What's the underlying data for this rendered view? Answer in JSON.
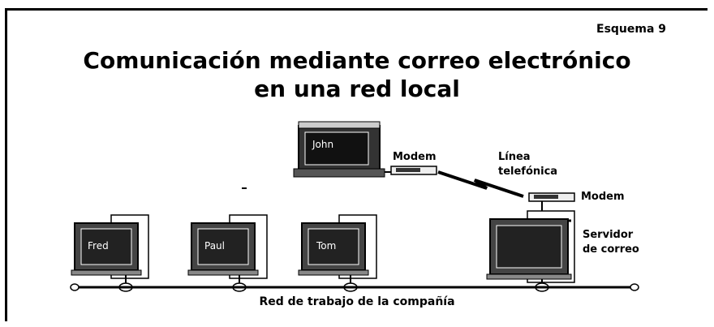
{
  "diagram": {
    "label": "Esquema 9",
    "title_line1": "Comunicación mediante correo electrónico",
    "title_line2": "en una red local",
    "remote_computer": "John",
    "modem_label_1": "Modem",
    "phone_line_label_1": "Línea",
    "phone_line_label_2": "telefónica",
    "modem_label_2": "Modem",
    "computers": [
      "Fred",
      "Paul",
      "Tom"
    ],
    "server_label_1": "Servidor",
    "server_label_2": "de correo",
    "network_label": "Red de trabajo de la compañía"
  }
}
